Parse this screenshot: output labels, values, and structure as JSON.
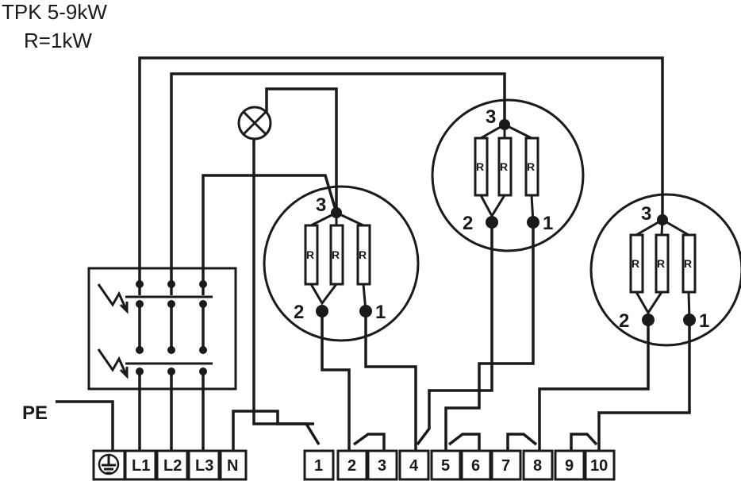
{
  "title": {
    "line1": "TPK 5-9kW",
    "line2": "R=1kW"
  },
  "pe_label": "PE",
  "resistor_label": "R",
  "heaters": [
    {
      "nodes": {
        "n3": "3",
        "n2": "2",
        "n1": "1"
      }
    },
    {
      "nodes": {
        "n3": "3",
        "n2": "2",
        "n1": "1"
      }
    },
    {
      "nodes": {
        "n3": "3",
        "n2": "2",
        "n1": "1"
      }
    }
  ],
  "terminals_main": [
    "L1",
    "L2",
    "L3",
    "N"
  ],
  "terminals_strip": [
    "1",
    "2",
    "3",
    "4",
    "5",
    "6",
    "7",
    "8",
    "9",
    "10"
  ],
  "icons": {
    "ground": "ground-icon",
    "lamp": "indicator-lamp-icon",
    "breaker": "breaker-icon"
  }
}
